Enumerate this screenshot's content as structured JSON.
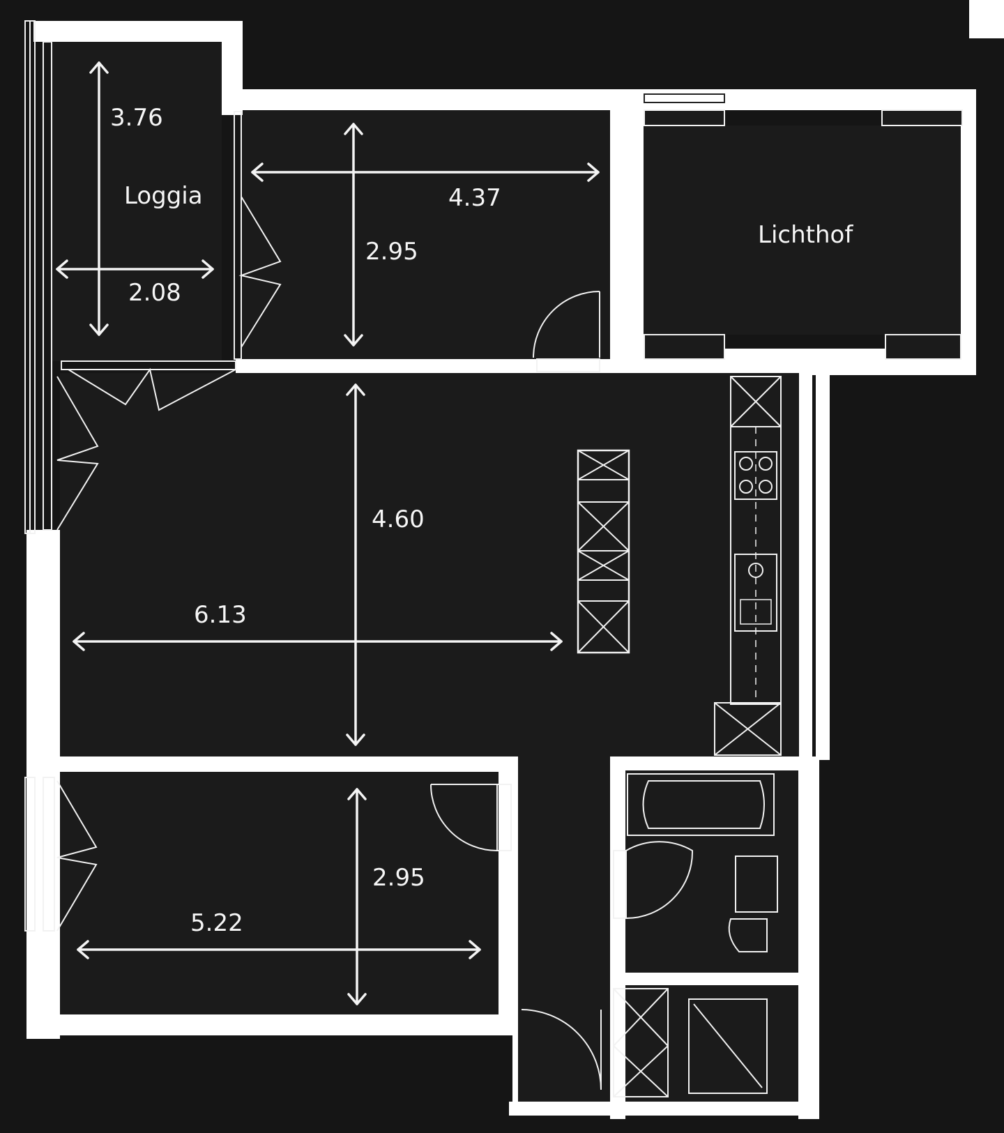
{
  "rooms": {
    "loggia": "Loggia",
    "lichthof": "Lichthof"
  },
  "dimensions": {
    "loggia_length": "3.76",
    "loggia_width": "2.08",
    "bedroom1_width": "4.37",
    "bedroom1_depth": "2.95",
    "living_depth": "4.60",
    "living_width": "6.13",
    "bedroom2_depth": "2.95",
    "bedroom2_width": "5.22"
  },
  "colors": {
    "background": "#151515",
    "lines": "#ffffff"
  }
}
